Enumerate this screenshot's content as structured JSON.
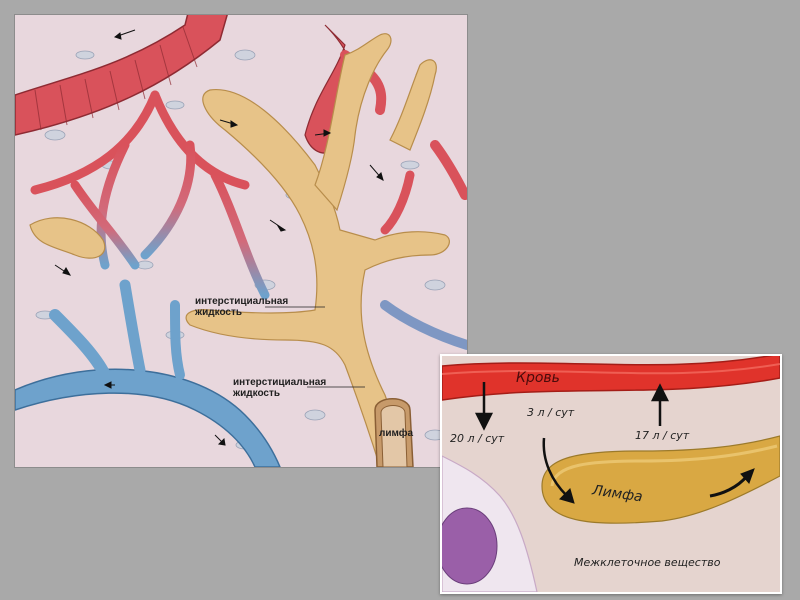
{
  "left_panel": {
    "labels": {
      "interstitial_fluid_1": "интерстициальная жидкость",
      "interstitial_fluid_2": "интерстициальная жидкость",
      "lymph": "лимфа"
    },
    "colors": {
      "artery": "#d9525b",
      "vein": "#6ea2cc",
      "lymph_vessel": "#e7c388",
      "tissue": "#e8d7dd"
    }
  },
  "right_panel": {
    "labels": {
      "blood": "Кровь",
      "filtration_rate": "20 л / сут",
      "lymph_rate": "3 л / сут",
      "reabsorption_rate": "17 л / сут",
      "lymph": "Лимфа",
      "interstitial_substance": "Межклеточное вещество"
    },
    "colors": {
      "blood": "#e0332b",
      "lymph": "#d9a843",
      "cell_nucleus": "#9a5fa8"
    }
  }
}
